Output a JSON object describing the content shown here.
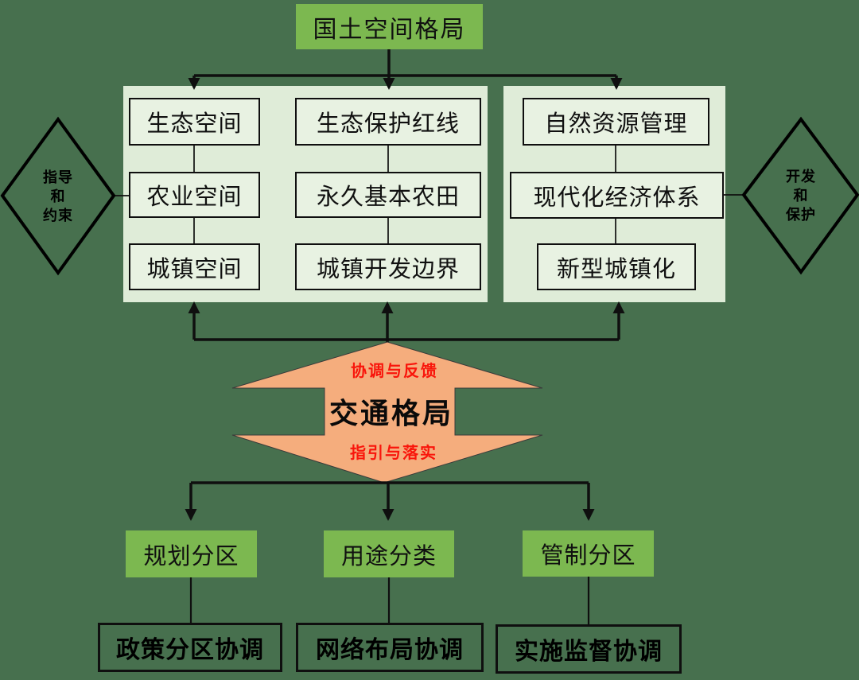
{
  "colors": {
    "background": "#47704E",
    "bright_green": "#7CB850",
    "panel_green": "#DFECD8",
    "inner_box_green": "#E8F2E2",
    "hub_orange": "#F5AD7D",
    "red_label": "#F9150B",
    "line_black": "#0F0F0F"
  },
  "root_box": {
    "label": "国土空间格局"
  },
  "left_panel": {
    "spatial_boxes": [
      "生态空间",
      "农业空间",
      "城镇空间"
    ],
    "control_line_boxes": [
      "生态保护红线",
      "永久基本农田",
      "城镇开发边界"
    ]
  },
  "right_panel": {
    "management_boxes": [
      "自然资源管理",
      "现代化经济体系",
      "新型城镇化"
    ]
  },
  "left_diamond": {
    "lines": [
      "指导",
      "和",
      "约束"
    ]
  },
  "right_diamond": {
    "lines": [
      "开发",
      "和",
      "保护"
    ]
  },
  "transport_hub": {
    "top_label": "协调与反馈",
    "center_label": "交通格局",
    "bottom_label": "指引与落实"
  },
  "zone_boxes": [
    "规划分区",
    "用途分类",
    "管制分区"
  ],
  "coordination_boxes": [
    "政策分区协调",
    "网络布局协调",
    "实施监督协调"
  ]
}
